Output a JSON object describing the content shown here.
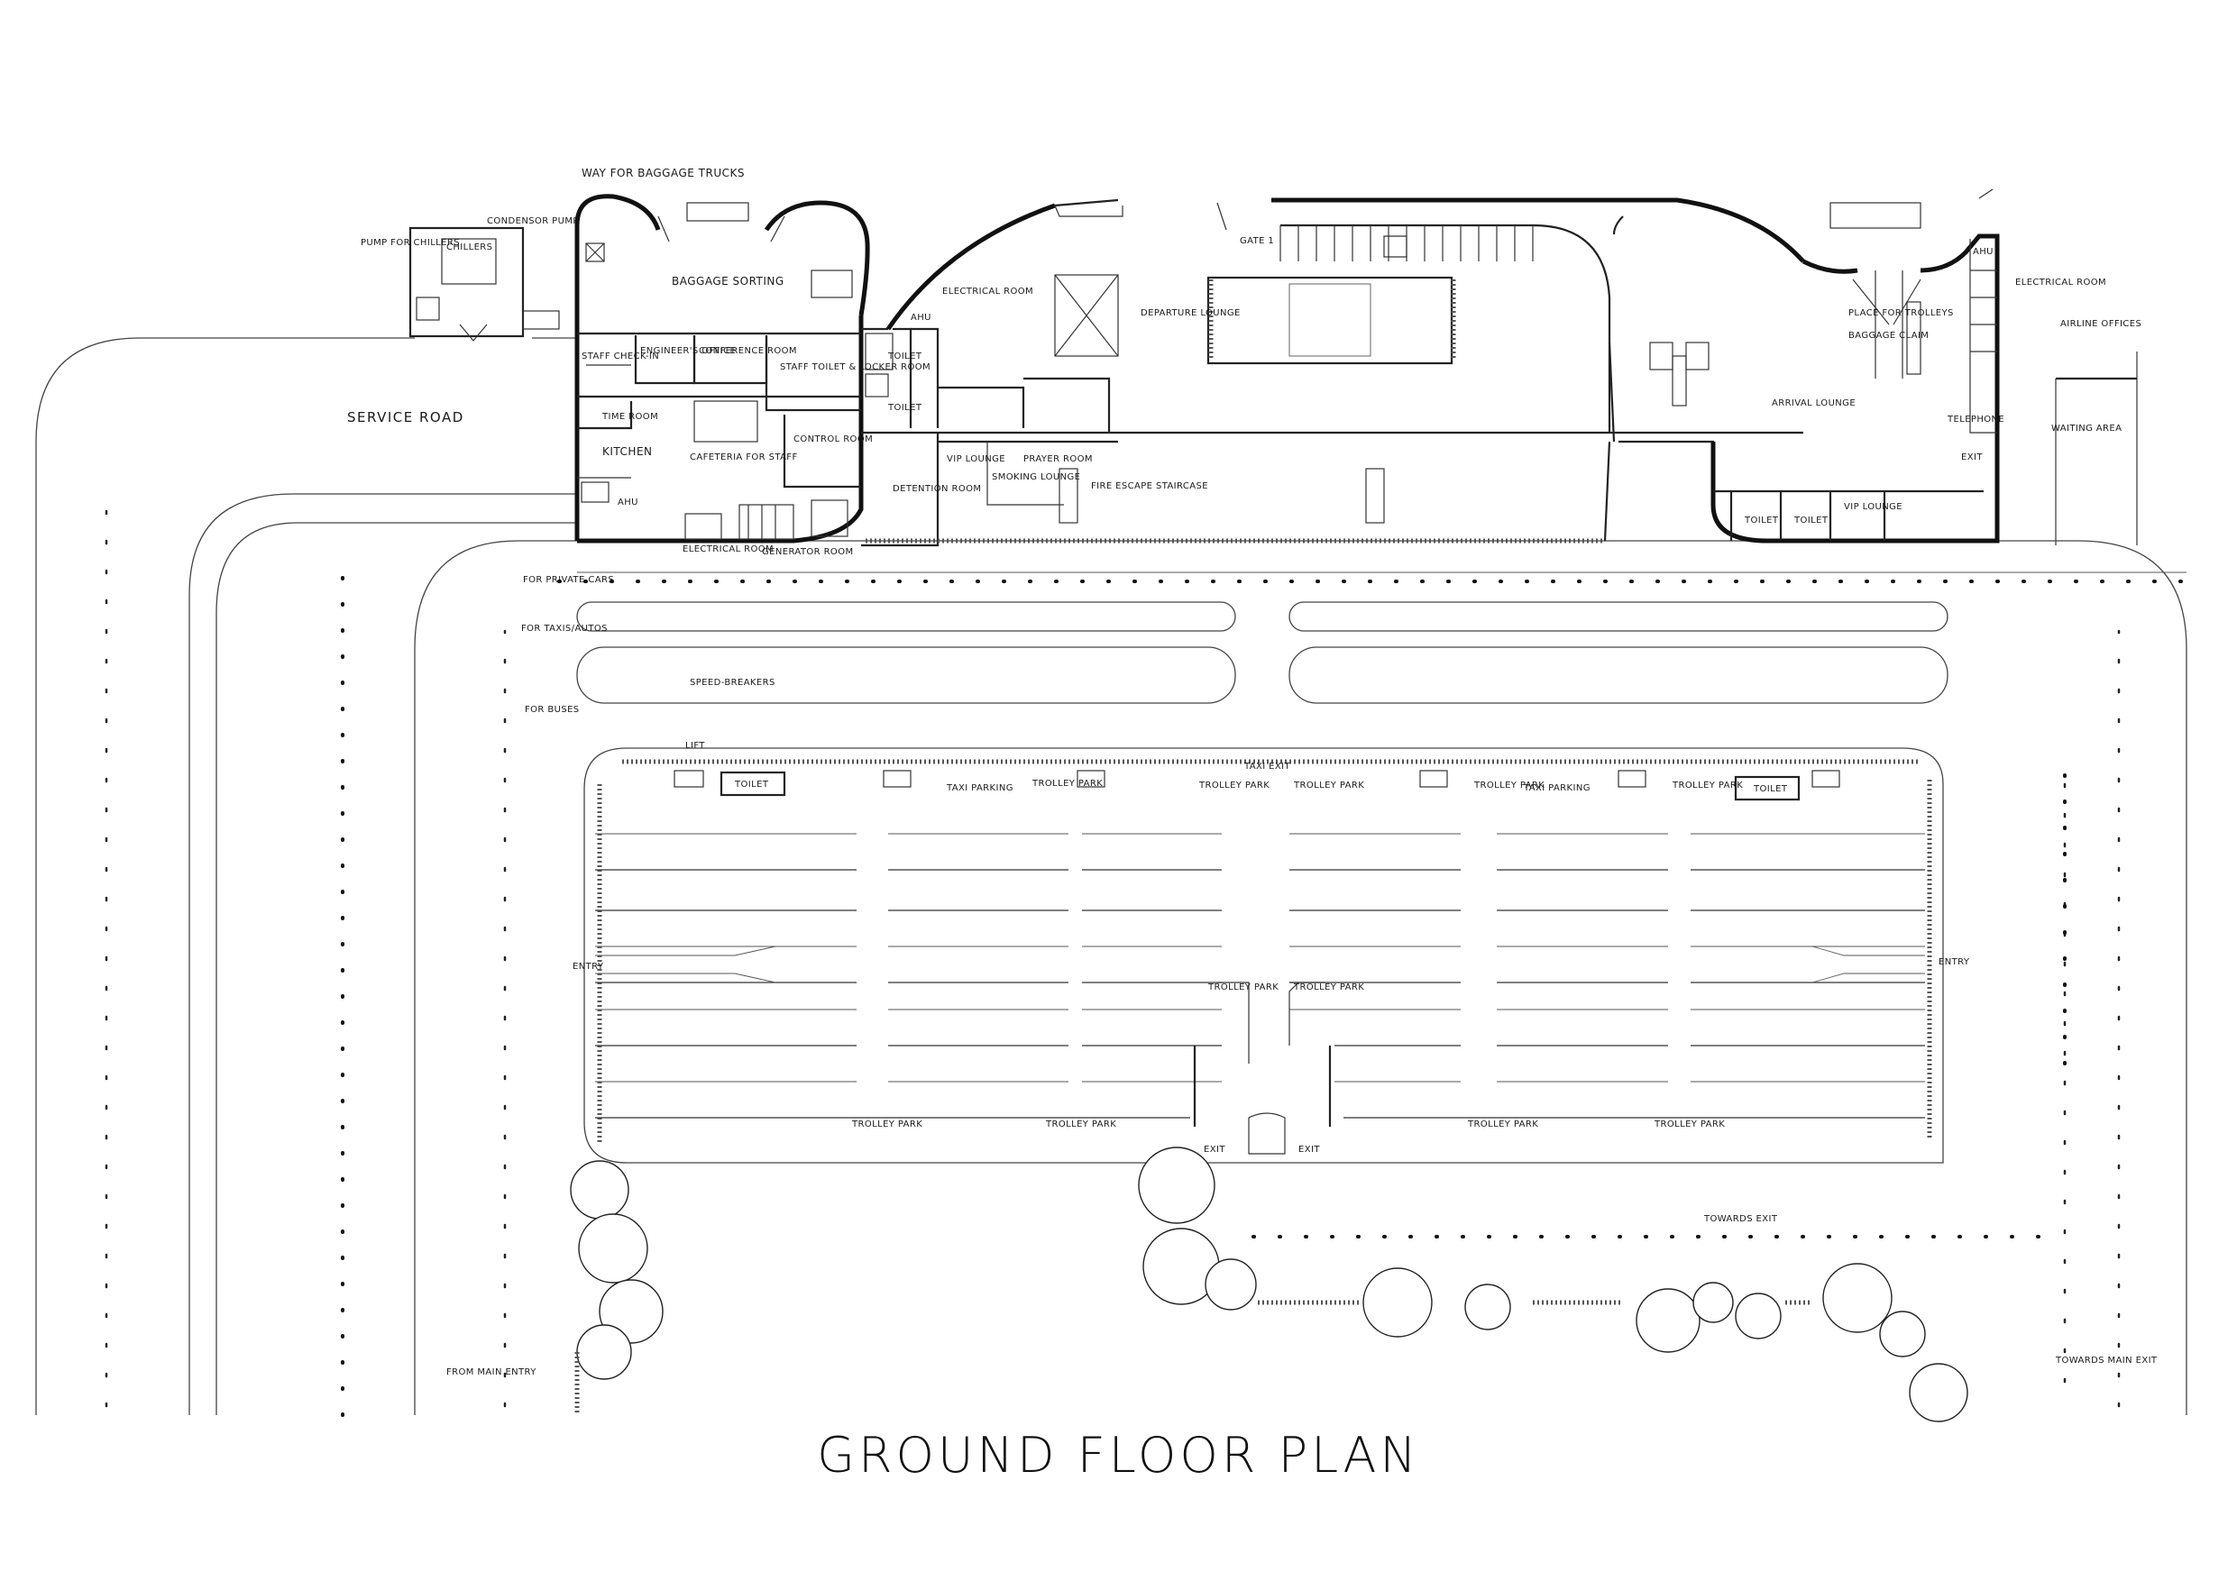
{
  "title": "GROUND FLOOR PLAN",
  "labels": {
    "way_for_baggage_trucks": "WAY FOR BAGGAGE TRUCKS",
    "condensor_pump": "CONDENSOR PUMP",
    "pump_for_chillers": "PUMP FOR CHILLERS",
    "chillers": "CHILLERS",
    "baggage_sorting": "BAGGAGE SORTING",
    "service_road": "SERVICE ROAD",
    "staff_check_in": "STAFF CHECK-IN",
    "engineers_office": "ENGINEER'S OFFICE",
    "conference_room": "CONFERENCE ROOM",
    "staff_toilet_locker": "STAFF TOILET & LOCKER ROOM",
    "time_room": "TIME ROOM",
    "kitchen": "KITCHEN",
    "cafeteria_for_staff": "CAFETERIA FOR STAFF",
    "control_room": "CONTROL ROOM",
    "ahu": "AHU",
    "electrical_room_small": "ELECTRICAL ROOM",
    "generator_room": "GENERATOR ROOM",
    "toilet": "TOILET",
    "electrical_room": "ELECTRICAL ROOM",
    "departure_lounge": "DEPARTURE LOUNGE",
    "gate_1": "GATE 1",
    "vip_lounge": "VIP LOUNGE",
    "prayer_room": "PRAYER ROOM",
    "smoking_lounge": "SMOKING LOUNGE",
    "detention_room": "DETENTION ROOM",
    "fire_escape_staircase": "FIRE ESCAPE STAIRCASE",
    "place_for_trolleys": "PLACE FOR TROLLEYS",
    "baggage_claim": "BAGGAGE CLAIM",
    "arrival_lounge": "ARRIVAL LOUNGE",
    "electrical_room_right": "ELECTRICAL ROOM",
    "airline_offices": "AIRLINE OFFICES",
    "telephone": "TELEPHONE",
    "exit": "EXIT",
    "waiting_area": "WAITING AREA",
    "for_private_cars": "FOR PRIVATE CARS",
    "for_taxis_autos": "FOR TAXIS/AUTOS",
    "for_buses": "FOR BUSES",
    "speed_breakers": "SPEED-BREAKERS",
    "lift": "LIFT",
    "taxi_parking": "TAXI PARKING",
    "trolley_park": "TROLLEY PARK",
    "taxi_exit": "TAXI EXIT",
    "entry": "ENTRY",
    "towards_exit": "TOWARDS EXIT",
    "from_main_entry": "FROM MAIN ENTRY",
    "towards_main_exit": "TOWARDS MAIN EXIT"
  }
}
